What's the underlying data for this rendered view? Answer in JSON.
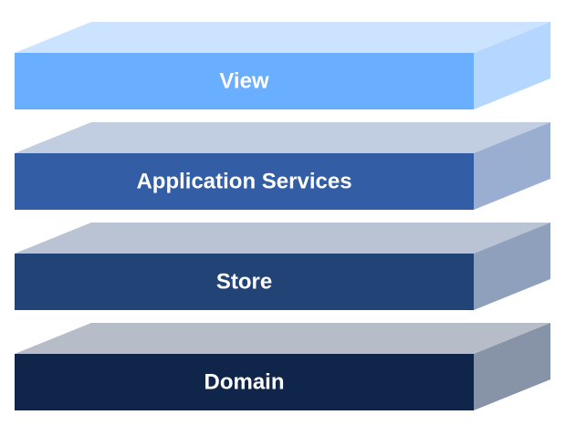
{
  "diagram": {
    "layers": [
      {
        "label": "View",
        "colors": {
          "front": "#6aaeff",
          "top": "#cce3ff",
          "side": "#b4d6ff"
        }
      },
      {
        "label": "Application Services",
        "colors": {
          "front": "#335da4",
          "top": "#c1cde0",
          "side": "#9aaed1"
        }
      },
      {
        "label": "Store",
        "colors": {
          "front": "#224376",
          "top": "#bac3d3",
          "side": "#8ea0bb"
        }
      },
      {
        "label": "Domain",
        "colors": {
          "front": "#10254a",
          "top": "#b7bdc8",
          "side": "#8793a7"
        }
      }
    ]
  }
}
